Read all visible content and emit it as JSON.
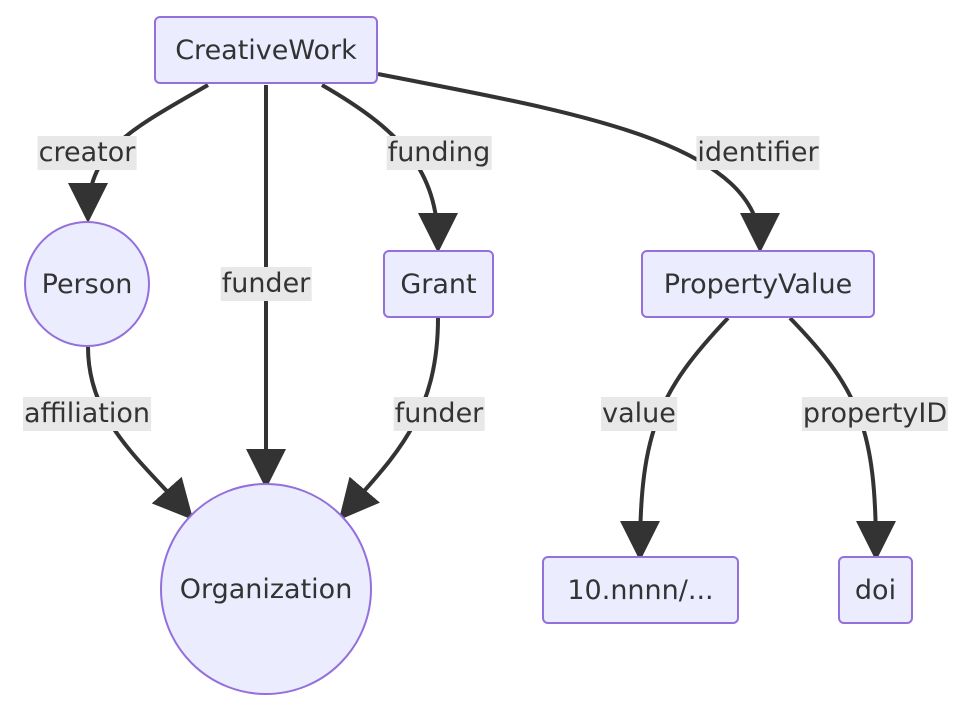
{
  "nodes": {
    "creativework": "CreativeWork",
    "person": "Person",
    "grant": "Grant",
    "propertyvalue": "PropertyValue",
    "organization": "Organization",
    "value_literal": "10.nnnn/...",
    "doi": "doi"
  },
  "edges": {
    "creator": "creator",
    "funder_direct": "funder",
    "funding": "funding",
    "identifier": "identifier",
    "affiliation": "affiliation",
    "funder_grant": "funder",
    "value": "value",
    "propertyID": "propertyID"
  },
  "colors": {
    "node_fill": "#ececff",
    "node_border": "#9370db",
    "edge": "#333333",
    "label_bg": "#e8e8e8"
  }
}
